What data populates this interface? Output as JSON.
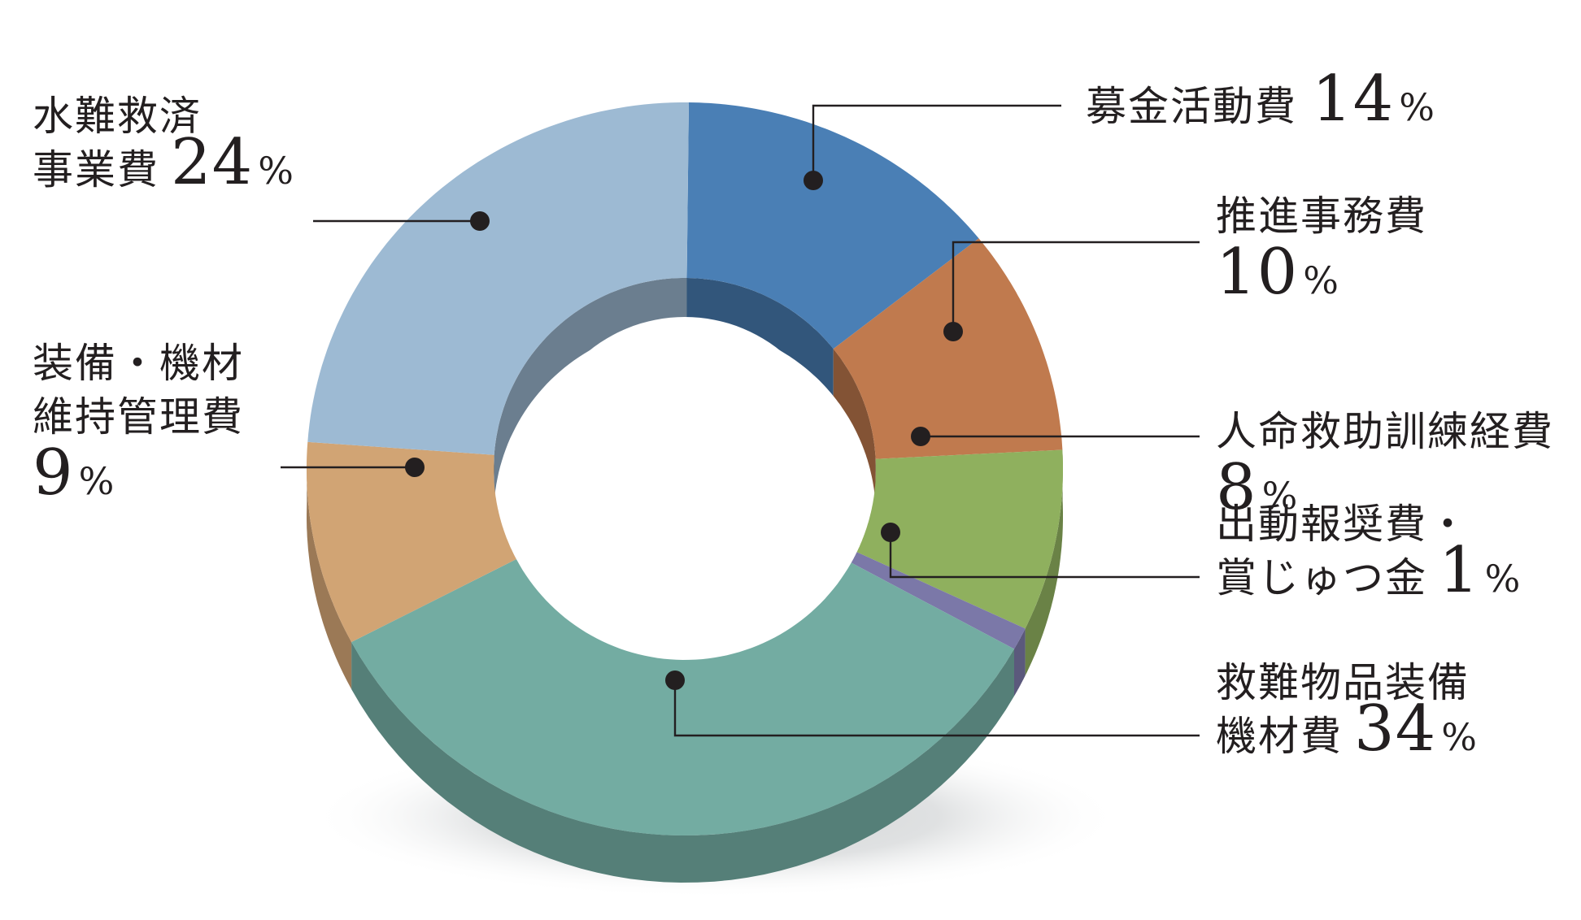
{
  "chart_data": {
    "type": "pie",
    "style": "3d-donut",
    "title": "",
    "legend": "none",
    "slices": [
      {
        "name": "募金活動費",
        "value": 14,
        "color": "#4a7fb5",
        "label_lines": [
          "募金活動費"
        ],
        "value_text": "14",
        "unit": "%"
      },
      {
        "name": "推進事務費",
        "value": 10,
        "color": "#c07a4e",
        "label_lines": [
          "推進事務費"
        ],
        "value_text": "10",
        "unit": "%"
      },
      {
        "name": "人命救助訓練経費",
        "value": 8,
        "color": "#8fb05e",
        "label_lines": [
          "人命救助訓練経費"
        ],
        "value_text": "8",
        "unit": "%"
      },
      {
        "name": "出動報奨費・賞じゅつ金",
        "value": 1,
        "color": "#7b78a8",
        "label_lines": [
          "出動報奨費・",
          "賞じゅつ金"
        ],
        "value_text": "1",
        "unit": "%"
      },
      {
        "name": "救難物品装備機材費",
        "value": 34,
        "color": "#73aca2",
        "label_lines": [
          "救難物品装備",
          "機材費"
        ],
        "value_text": "34",
        "unit": "%"
      },
      {
        "name": "装備・機材維持管理費",
        "value": 9,
        "color": "#d1a474",
        "label_lines": [
          "装備・機材",
          "維持管理費"
        ],
        "value_text": "9",
        "unit": "%"
      },
      {
        "name": "水難救済事業費",
        "value": 24,
        "color": "#9dbad3",
        "label_lines": [
          "水難救済",
          "事業費"
        ],
        "value_text": "24",
        "unit": "%"
      }
    ]
  }
}
